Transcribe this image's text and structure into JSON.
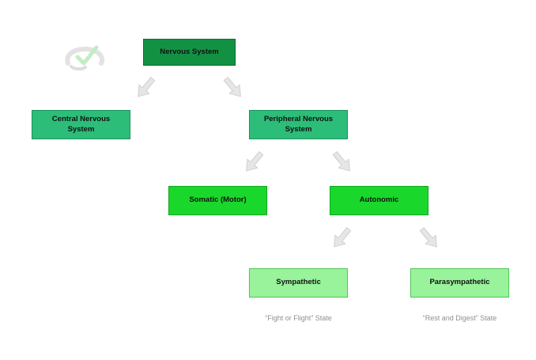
{
  "diagram": {
    "nodes": {
      "root": "Nervous System",
      "central": "Central Nervous System",
      "peripheral": "Peripheral Nervous System",
      "somatic": "Somatic (Motor)",
      "autonomic": "Autonomic",
      "sympathetic": "Sympathetic",
      "parasympathetic": "Parasympathetic"
    },
    "captions": {
      "sympathetic": "“Fight or Flight” State",
      "parasympathetic": "“Rest and Digest” State"
    },
    "edges": [
      {
        "from": "Nervous System",
        "to": "Central Nervous System"
      },
      {
        "from": "Nervous System",
        "to": "Peripheral Nervous System"
      },
      {
        "from": "Peripheral Nervous System",
        "to": "Somatic (Motor)"
      },
      {
        "from": "Peripheral Nervous System",
        "to": "Autonomic"
      },
      {
        "from": "Autonomic",
        "to": "Sympathetic"
      },
      {
        "from": "Autonomic",
        "to": "Parasympathetic"
      }
    ],
    "colors": {
      "level0": "#139143",
      "level1": "#2cbd78",
      "level2": "#19d82b",
      "level3": "#99f39a",
      "arrow": "#e4e4e4",
      "caption": "#8f8f8f"
    },
    "icons": [
      "check-logo-icon",
      "arrow-icon"
    ]
  }
}
